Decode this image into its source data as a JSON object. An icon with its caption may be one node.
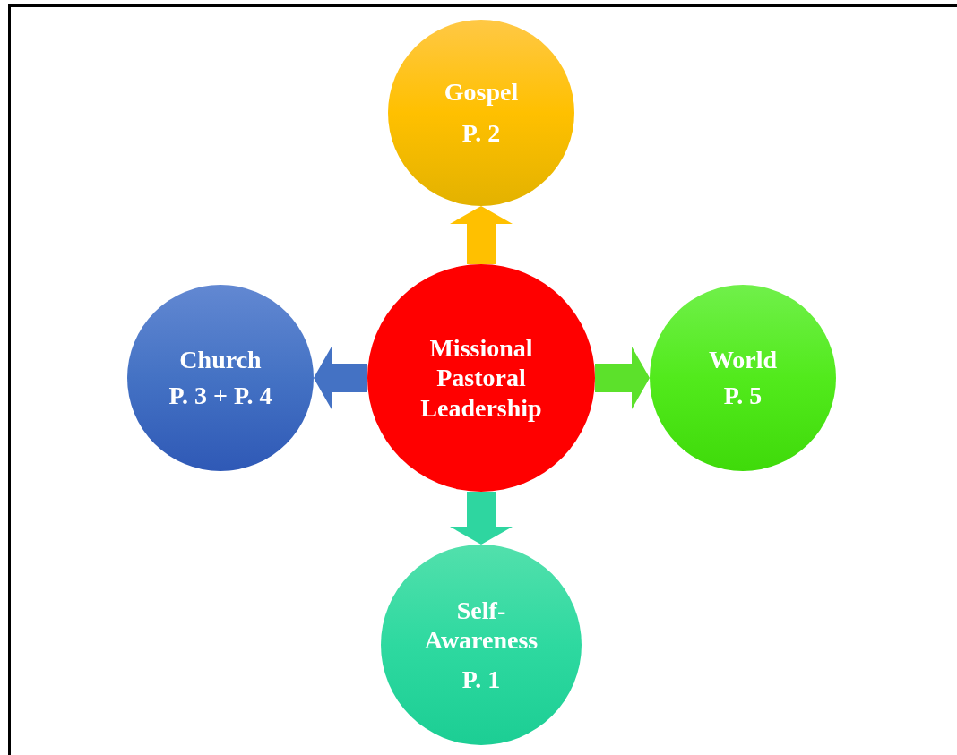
{
  "diagram": {
    "nodes": [
      {
        "text": [
          "Missional Pastoral Leadership"
        ]
      },
      {
        "text": [
          "Gospel",
          "P. 2"
        ]
      },
      {
        "text": [
          "Church",
          "P. 3 + P. 4"
        ]
      },
      {
        "text": [
          "World",
          "P. 5"
        ]
      },
      {
        "text": [
          "Self-Awareness",
          "P. 1"
        ]
      }
    ],
    "edges": [
      {
        "from": 0,
        "to": 1,
        "arrow": "to",
        "style": "thick",
        "color": "#ffc000"
      },
      {
        "from": 0,
        "to": 2,
        "arrow": "to",
        "style": "thick",
        "color": "#4472c4"
      },
      {
        "from": 0,
        "to": 3,
        "arrow": "to",
        "style": "thick",
        "color": "#5ce12b"
      },
      {
        "from": 0,
        "to": 4,
        "arrow": "to",
        "style": "thick",
        "color": "#2ed6a0"
      }
    ]
  }
}
